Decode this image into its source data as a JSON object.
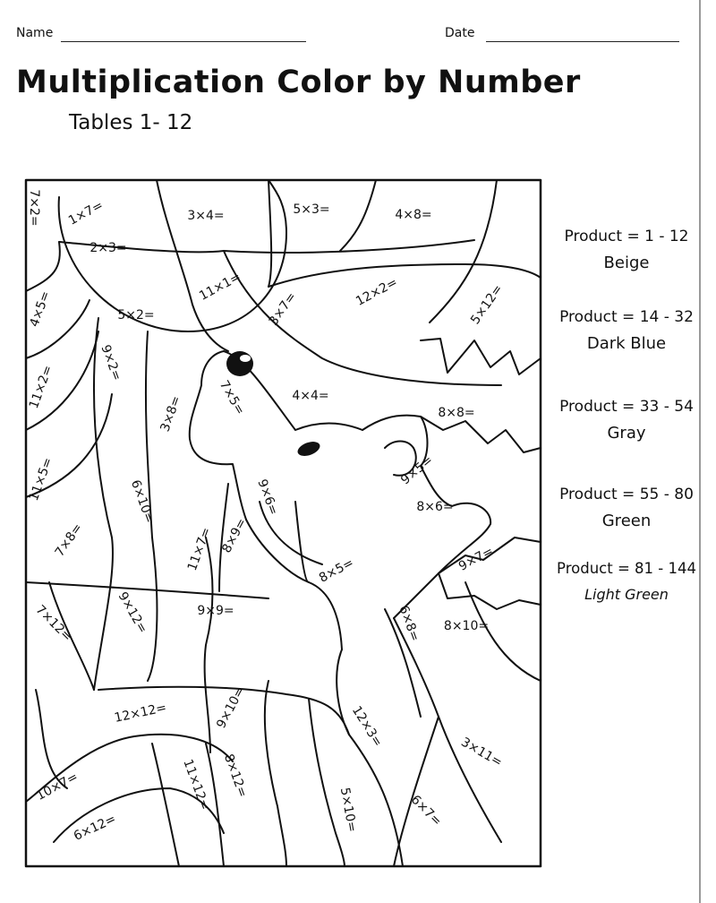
{
  "header": {
    "name_label": "Name",
    "date_label": "Date"
  },
  "title": "Multiplication Color by Number",
  "subtitle": "Tables 1- 12",
  "key": [
    {
      "range": "Product = 1 - 12",
      "color": "Beige"
    },
    {
      "range": "Product = 14 - 32",
      "color": "Dark Blue"
    },
    {
      "range": "Product = 33 - 54",
      "color": "Gray"
    },
    {
      "range": "Product = 55 - 80",
      "color": "Green"
    },
    {
      "range": "Product = 81 - 144",
      "color": "Light Green"
    }
  ],
  "problems": [
    "7×2=",
    "1×7=",
    "3×4=",
    "5×3=",
    "4×8=",
    "2×3=",
    "4×5=",
    "11×1=",
    "5×2=",
    "3×7=",
    "12×2=",
    "5×12=",
    "11×2=",
    "9×2=",
    "7×5=",
    "4×4=",
    "3×8=",
    "8×8=",
    "11×5=",
    "6×10=",
    "9×6=",
    "9×5=",
    "8×6=",
    "11×7=",
    "8×9=",
    "7×8=",
    "9×7=",
    "8×5=",
    "7×12=",
    "9×12=",
    "9×9=",
    "6×8=",
    "8×10=",
    "12×12=",
    "9×10=",
    "12×3=",
    "3×11=",
    "10×7=",
    "11×12=",
    "8×12=",
    "5×10=",
    "6×7=",
    "6×12="
  ]
}
